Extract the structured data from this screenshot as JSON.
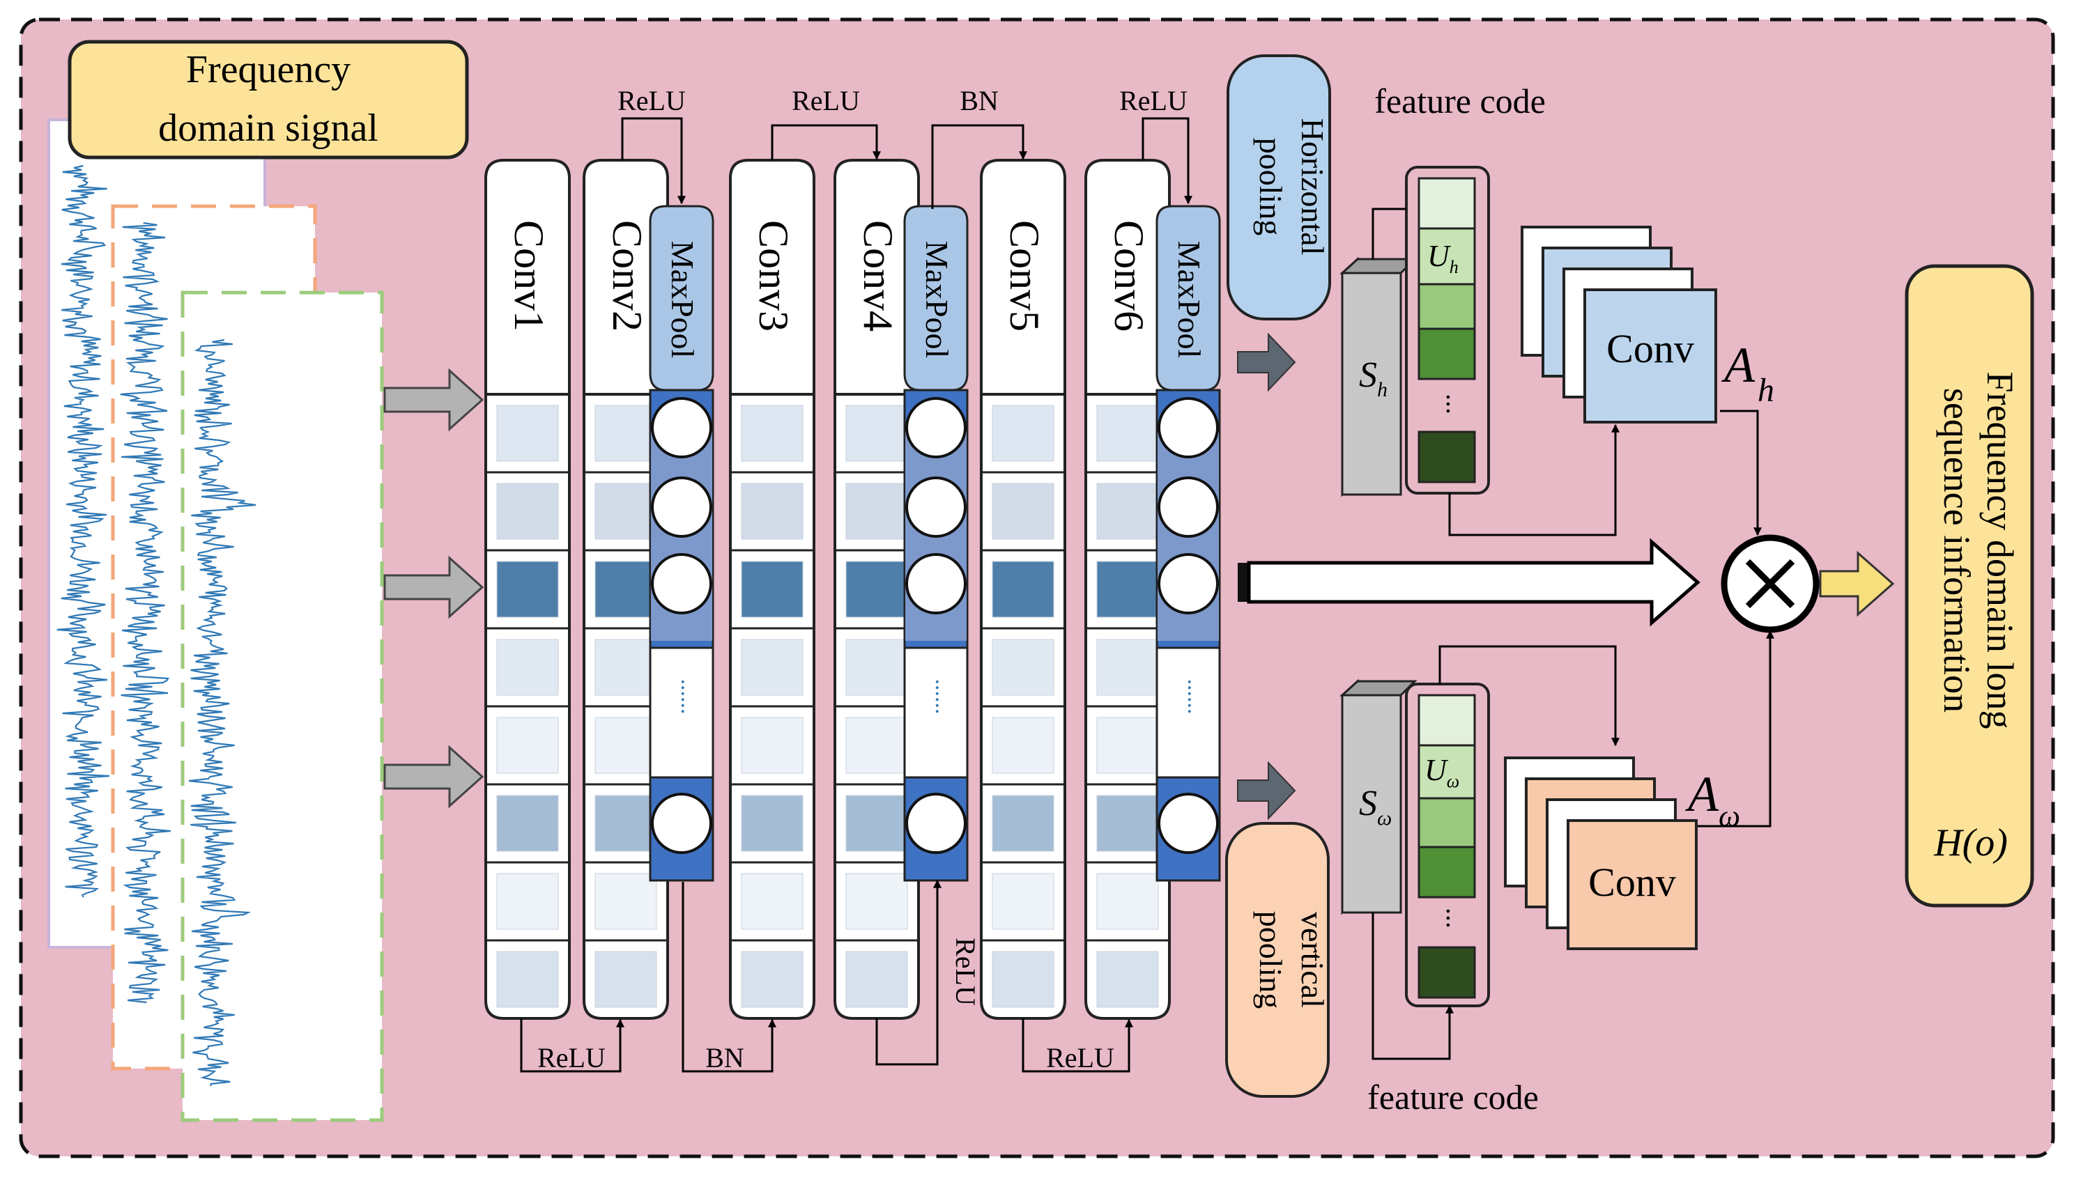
{
  "input_label": [
    "Frequency",
    "domain signal"
  ],
  "conv_layers": [
    "Conv1",
    "Conv2",
    "Conv3",
    "Conv4",
    "Conv5",
    "Conv6"
  ],
  "maxpool_label": "MaxPool",
  "top_connections": [
    "ReLU",
    "ReLU",
    "BN",
    "ReLU"
  ],
  "bottom_connections": [
    "ReLU",
    "BN",
    "ReLU",
    "ReLU"
  ],
  "dots": "......",
  "horizontal_pooling": [
    "Horizontal",
    "pooling"
  ],
  "vertical_pooling": [
    "vertical",
    "pooling"
  ],
  "feature_code_top": "feature code",
  "feature_code_bottom": "feature code",
  "s_h": {
    "main": "S",
    "sub": "h"
  },
  "s_w": {
    "main": "S",
    "sub": "ω"
  },
  "u_h": {
    "main": "U",
    "sub": "h"
  },
  "u_w": {
    "main": "U",
    "sub": "ω"
  },
  "vdots": "...",
  "conv_top": "Conv",
  "conv_bottom": "Conv",
  "a_h": {
    "main": "A",
    "sub": "h"
  },
  "a_w": {
    "main": "A",
    "sub": "ω"
  },
  "multiply_symbol": "⊗",
  "output_label": [
    "Frequency domain long",
    "sequence information"
  ],
  "output_formula": "H(o)",
  "colors": {
    "background": "#e8b9c6",
    "input_box": "#fde399",
    "output_box": "#fde399",
    "horizontal_pool": "#b4d2ed",
    "vertical_pool": "#fbd2b4",
    "maxpool": "#a9c6e6",
    "conv_blue": "#bcd5ec",
    "conv_orange": "#f8c9ab",
    "signal": "#2f78b5"
  }
}
